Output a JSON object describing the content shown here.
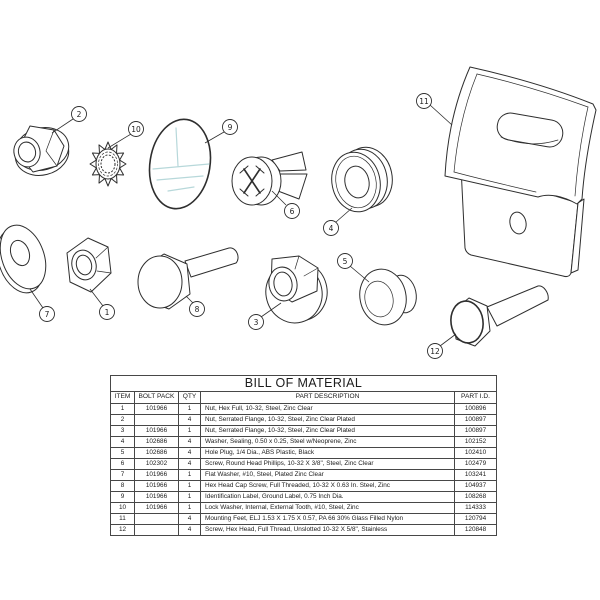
{
  "diagram": {
    "callouts": [
      "1",
      "2",
      "3",
      "4",
      "5",
      "6",
      "7",
      "8",
      "9",
      "10",
      "11",
      "12"
    ],
    "colors": {
      "line": "#2e2e2e",
      "ground_symbol": "#b7d8da",
      "background": "#ffffff"
    }
  },
  "table": {
    "title": "BILL OF MATERIAL",
    "columns": [
      "ITEM",
      "BOLT PACK",
      "QTY",
      "PART DESCRIPTION",
      "PART I.D."
    ],
    "rows": [
      {
        "item": "1",
        "bolt_pack": "101966",
        "qty": "1",
        "description": "Nut, Hex Full, 10-32, Steel, Zinc Clear",
        "part_id": "100896"
      },
      {
        "item": "2",
        "bolt_pack": "",
        "qty": "4",
        "description": "Nut, Serrated Flange, 10-32, Steel, Zinc Clear Plated",
        "part_id": "100897"
      },
      {
        "item": "3",
        "bolt_pack": "101966",
        "qty": "1",
        "description": "Nut, Serrated Flange, 10-32, Steel, Zinc Clear Plated",
        "part_id": "100897"
      },
      {
        "item": "4",
        "bolt_pack": "102686",
        "qty": "4",
        "description": "Washer, Sealing, 0.50 x 0.25, Steel w/Neoprene, Zinc",
        "part_id": "102152"
      },
      {
        "item": "5",
        "bolt_pack": "102686",
        "qty": "4",
        "description": "Hole Plug, 1/4 Dia., ABS Plastic, Black",
        "part_id": "102410"
      },
      {
        "item": "6",
        "bolt_pack": "102302",
        "qty": "4",
        "description": "Screw, Round Head Phillips, 10-32 X 3/8\", Steel, Zinc Clear",
        "part_id": "102479"
      },
      {
        "item": "7",
        "bolt_pack": "101966",
        "qty": "1",
        "description": "Flat Washer, #10, Steel, Plated Zinc Clear",
        "part_id": "103241"
      },
      {
        "item": "8",
        "bolt_pack": "101966",
        "qty": "1",
        "description": "Hex Head Cap Screw, Full Threaded, 10-32 X 0.63 In. Steel, Zinc",
        "part_id": "104937"
      },
      {
        "item": "9",
        "bolt_pack": "101966",
        "qty": "1",
        "description": "Identification Label, Ground Label, 0.75 Inch Dia.",
        "part_id": "108268"
      },
      {
        "item": "10",
        "bolt_pack": "101966",
        "qty": "1",
        "description": "Lock Washer, Internal, External Tooth, #10, Steel, Zinc",
        "part_id": "114333"
      },
      {
        "item": "11",
        "bolt_pack": "",
        "qty": "4",
        "description": "Mounting Feet, ELJ 1.53 X 1.75 X 0.57, PA 66 30% Glass Filled Nylon",
        "part_id": "120794"
      },
      {
        "item": "12",
        "bolt_pack": "",
        "qty": "4",
        "description": "Screw, Hex Head, Full Thread, Unslotted 10-32 X 5/8\", Stainless",
        "part_id": "120848"
      }
    ]
  }
}
